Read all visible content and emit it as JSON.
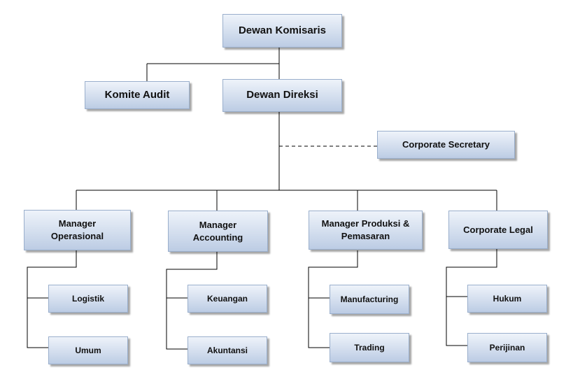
{
  "chart": {
    "dewan_komisaris": "Dewan Komisaris",
    "komite_audit": "Komite Audit",
    "dewan_direksi": "Dewan Direksi",
    "corporate_secretary": "Corporate Secretary",
    "manager_operasional": "Manager\nOperasional",
    "manager_accounting": "Manager\nAccounting",
    "manager_produksi": "Manager Produksi &\nPemasaran",
    "corporate_legal": "Corporate Legal",
    "logistik": "Logistik",
    "umum": "Umum",
    "keuangan": "Keuangan",
    "akuntansi": "Akuntansi",
    "manufacturing": "Manufacturing",
    "trading": "Trading",
    "hukum": "Hukum",
    "perijinan": "Perijinan"
  }
}
